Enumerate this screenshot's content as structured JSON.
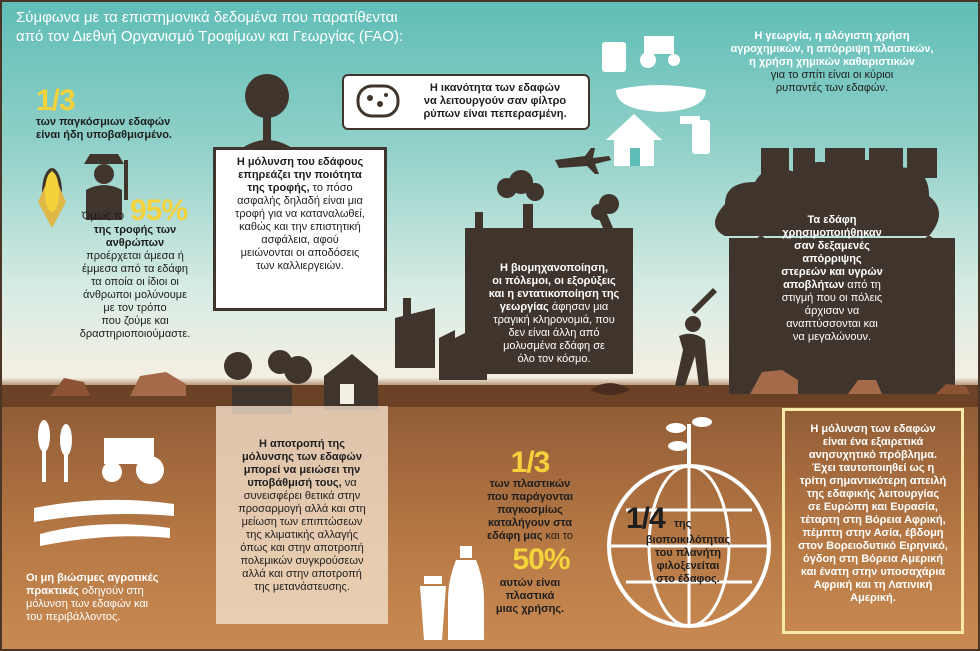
{
  "header": {
    "line1": "Σύμφωνα με τα επιστημονικά δεδομένα που παρατίθενται",
    "line2": "από τον Διεθνή Οργανισμό Τροφίμων και Γεωργίας (FAO):"
  },
  "degraded": {
    "fraction": "1/3",
    "text1": "των παγκόσμιων εδαφών",
    "text2": "είναι ήδη υποβαθμισμένο."
  },
  "food": {
    "intro": "Όμως το",
    "percent": "95%",
    "bold1": "της τροφής των",
    "bold2": "ανθρώπων",
    "l1": "προέρχεται άμεσα ή",
    "l2": "έμμεσα από τα εδάφη",
    "l3": "τα οποία οι ίδιοι οι",
    "l4": "άνθρωποι μολύνουμε",
    "l5": "με τον τρόπο",
    "l6": "που ζούμε και",
    "l7": "δραστηριοποιούμαστε."
  },
  "quality_box": {
    "b1": "Η μόλυνση του εδάφους",
    "b2": "επηρεάζει την ποιότητα",
    "b3": "της τροφής,",
    "r3": " το πόσο",
    "r4": "ασφαλής δηλαδή είναι μια",
    "r5": "τροφή για να καταναλωθεί,",
    "r6": "καθώς και την επιστητική",
    "r7": "ασφάλεια, αφού",
    "r8": "μειώνονται οι αποδόσεις",
    "r9": "των καλλιεργειών."
  },
  "filter_box": {
    "l1": "Η ικανότητα των εδαφών",
    "l2": "να λειτουργούν σαν φίλτρο",
    "l3": "ρύπων είναι πεπερασμένη."
  },
  "agriculture": {
    "b1": "Η γεωργία, η αλόγιστη χρήση",
    "b2": "αγροχημικών, η απόρριψη πλαστικών,",
    "b3": "η χρήση χημικών καθαριστικών",
    "r1": "για το σπίτι είναι οι κύριοι",
    "r2": "ρυπαντές των εδαφών."
  },
  "industry": {
    "b1": "Η βιομηχανοποίηση,",
    "b2": "οι πόλεμοι, οι εξορύξεις",
    "b3": "και η εντατικοποίηση της",
    "b4": "γεωργίας",
    "r4": " άφησαν μια",
    "r5": "τραγική κληρονομιά, που",
    "r6": "δεν είναι άλλη από",
    "r7": "μολυσμένα εδάφη σε",
    "r8": "όλο τον κόσμο."
  },
  "cities": {
    "b1": "Τα εδάφη",
    "b2": "χρησιμοποιήθηκαν",
    "b3": "σαν δεξαμενές",
    "b4": "απόρριψης",
    "b5": "στερεών και υγρών",
    "b6": "αποβλήτων",
    "r6": " από τη",
    "r7": "στιγμή που οι πόλεις",
    "r8": "άρχισαν να",
    "r9": "αναπτύσσονται και",
    "r10": "να μεγαλώνουν."
  },
  "farming": {
    "b1": "Οι μη βιώσιμες αγροτικές",
    "b2": "πρακτικές",
    "r2": " οδηγούν στη",
    "r3": "μόλυνση των εδαφών και",
    "r4": "του περιβάλλοντος."
  },
  "war_box": {
    "b1": "Η αποτροπή της",
    "b2": "μόλυνσης των εδαφών",
    "b3": "μπορεί να μειώσει την",
    "b4": "υποβάθμισή τους,",
    "r4": " να",
    "r5": "συνεισφέρει θετικά στην",
    "r6": "προσαρμογή αλλά και στη",
    "r7": "μείωση των επιπτώσεων",
    "r8": "της κλιματικής αλλαγής",
    "r9": "όπως και στην αποτροπή",
    "r10": "πολεμικών συγκρούσεων",
    "r11": "αλλά και στην αποτροπή",
    "r12": "της μετανάστευσης."
  },
  "plastics": {
    "fraction": "1/3",
    "l1": "των πλαστικών",
    "l2": "που παράγονται",
    "l3": "παγκοσμίως",
    "l4": "καταλήγουν στα",
    "l5": "εδάφη μας",
    "r5": " και το",
    "percent": "50%",
    "l6": "αυτών είναι",
    "l7": "πλαστικά",
    "l8": "μιας χρήσης."
  },
  "biodiversity": {
    "fraction": "1/4",
    "suffix": "της",
    "l1": "βιοποικιλότητας",
    "l2": "του πλανήτη",
    "l3": "φιλοξενείται",
    "l4": "στο έδαφος."
  },
  "problem_box": {
    "l1": "Η μόλυνση των εδαφών",
    "l2": "είναι ένα εξαιρετικά",
    "l3": "ανησυχητικό πρόβλημα.",
    "l4": "Έχει ταυτοποιηθεί ως η",
    "l5": "τρίτη σημαντικότερη απειλή",
    "l6": "της εδαφικής λειτουργίας",
    "l7": "σε Ευρώπη και Ευρασία,",
    "l8": "τέταρτη στη Βόρεια Αφρική,",
    "l9": "πέμπτη στην Ασία, έβδομη",
    "l10": "στον Βορειοδυτικό Ειρηνικό,",
    "l11": "όγδοη στη Βόρεια Αμερική",
    "l12": "και ένατη στην υποσαχάρια",
    "l13": "Αφρική και τη Λατινική",
    "l14": "Αμερική."
  },
  "colors": {
    "accent_yellow": "#f3d23c",
    "dark": "#3f352c",
    "sky": "#5fbdb7",
    "soil": "#a0673c"
  }
}
